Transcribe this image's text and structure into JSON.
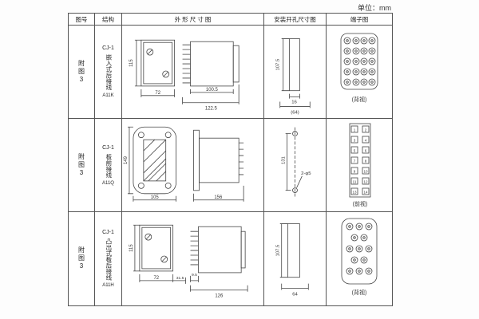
{
  "unit_label": "单位：mm",
  "header": {
    "fig": "图号",
    "structure": "结构",
    "outline": "外 形 尺 寸 图",
    "install": "安装开孔尺寸图",
    "terminal": "端子图"
  },
  "rows": [
    {
      "fig": "附图3",
      "structure": {
        "model": "CJ-1",
        "desc": "嵌入式后接线",
        "code": "A11K"
      },
      "outline": {
        "v": "115",
        "w": "72",
        "d1": "100.5",
        "d2": "122.5"
      },
      "install": {
        "v": "107.5",
        "w": "16",
        "overall": "(64)"
      },
      "terminal": {
        "view": "(背视)"
      }
    },
    {
      "fig": "附图3",
      "structure": {
        "model": "CJ-1",
        "desc": "板前接线",
        "code": "A11Q"
      },
      "outline": {
        "v": "149",
        "w": "105",
        "d2": "156"
      },
      "install": {
        "v": "131",
        "note": "2-φ5"
      },
      "terminal": {
        "view": "(前视)"
      },
      "terminals_left": [
        "1",
        "3",
        "5",
        "7",
        "9",
        "11",
        "13"
      ],
      "terminals_right": [
        "2",
        "4",
        "6",
        "8",
        "10",
        "12",
        "14"
      ]
    },
    {
      "fig": "附图3",
      "structure": {
        "model": "CJ-1",
        "desc": "凸出式板后接线",
        "code": "A11H"
      },
      "outline": {
        "v": "115",
        "w": "72",
        "d1": "31.5",
        "d2": "9.5",
        "d3": "126"
      },
      "install": {
        "v": "107.5",
        "overall": "64"
      },
      "terminal": {
        "view": "(背视)"
      }
    }
  ]
}
